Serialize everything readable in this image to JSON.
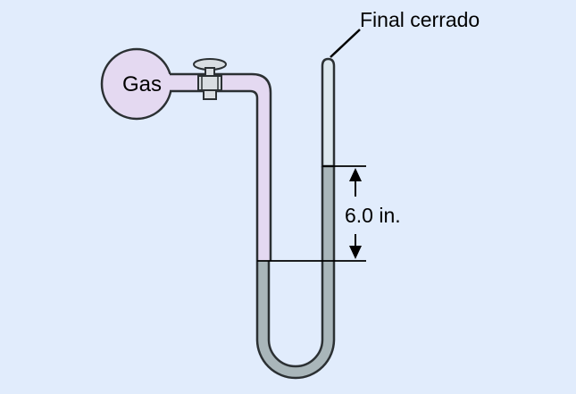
{
  "labels": {
    "gas": "Gas",
    "closed_end": "Final cerrado",
    "height_difference": "6.0 in."
  },
  "colors": {
    "background": "#e1ecfc",
    "gas": "#e4d9f1",
    "mercury": "#a9b6ba",
    "empty_tube": "#dde8ee",
    "outline": "#2b3033"
  }
}
